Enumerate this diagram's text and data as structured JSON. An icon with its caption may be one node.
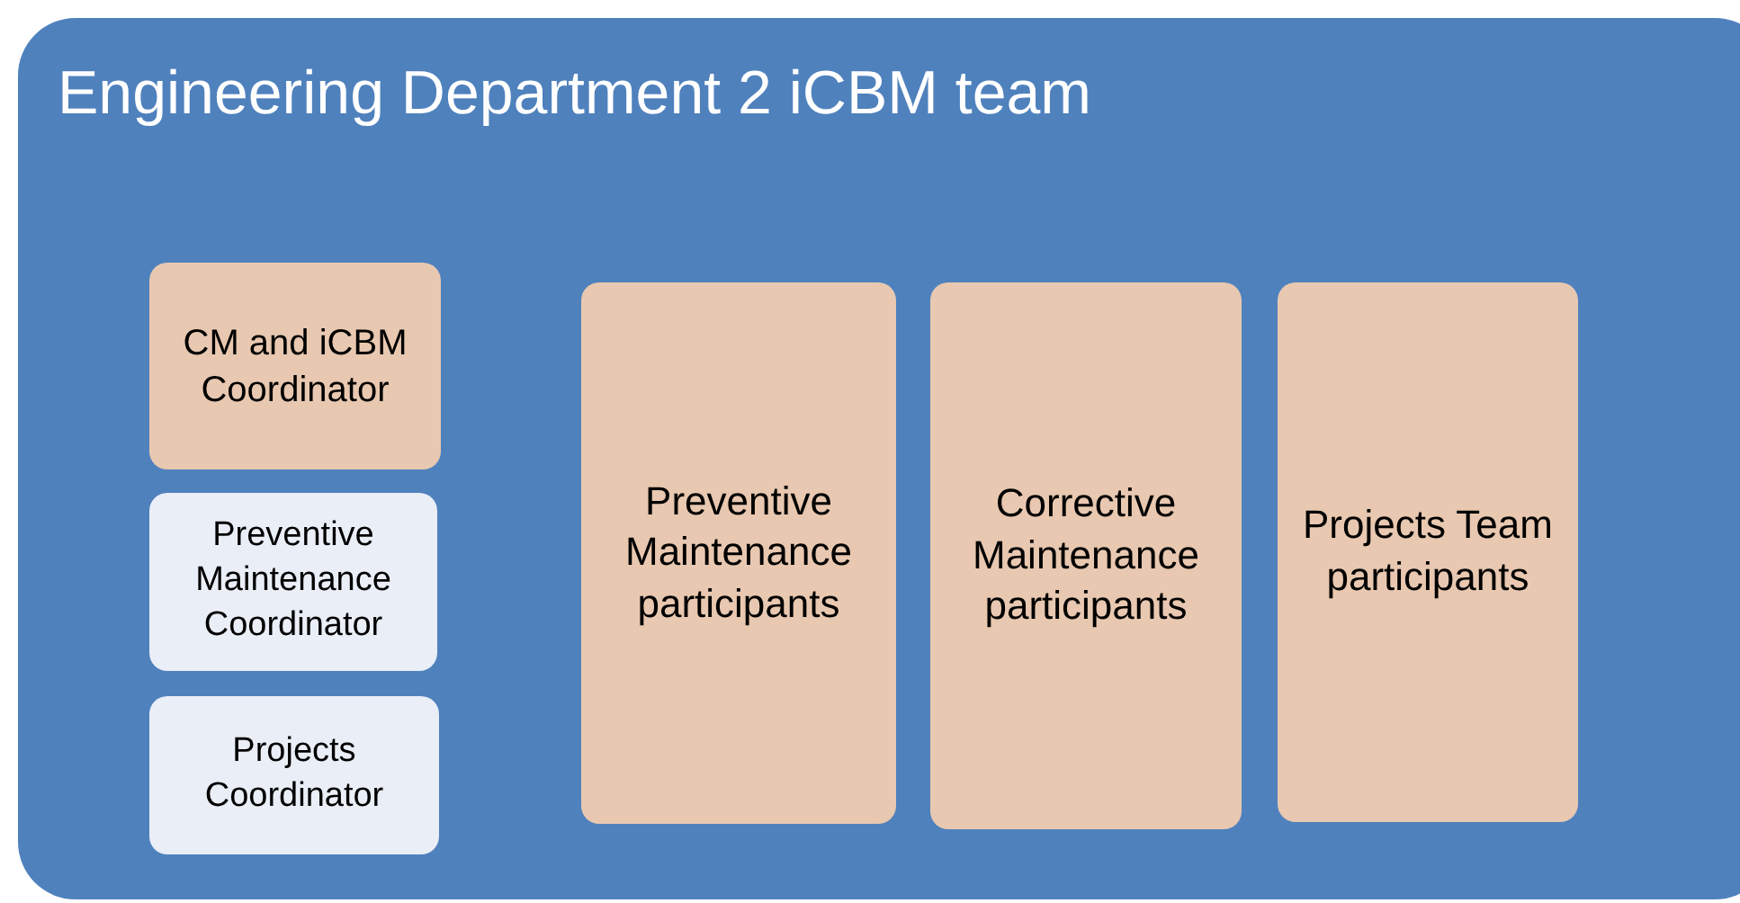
{
  "diagram": {
    "nodes": [
      {
        "text": [
          "Engineering Department 2 iCBM team"
        ]
      },
      {
        "text": [
          "CM and iCBM Coordinator"
        ],
        "in": 0
      },
      {
        "text": [
          "Preventive Maintenance Coordinator"
        ],
        "in": 0
      },
      {
        "text": [
          "Projects Coordinator"
        ],
        "in": 0
      },
      {
        "text": [
          "Preventive Maintenance participants"
        ],
        "in": 0
      },
      {
        "text": [
          "Corrective Maintenance participants"
        ],
        "in": 0
      },
      {
        "text": [
          "Projects Team participants"
        ],
        "in": 0
      }
    ]
  }
}
